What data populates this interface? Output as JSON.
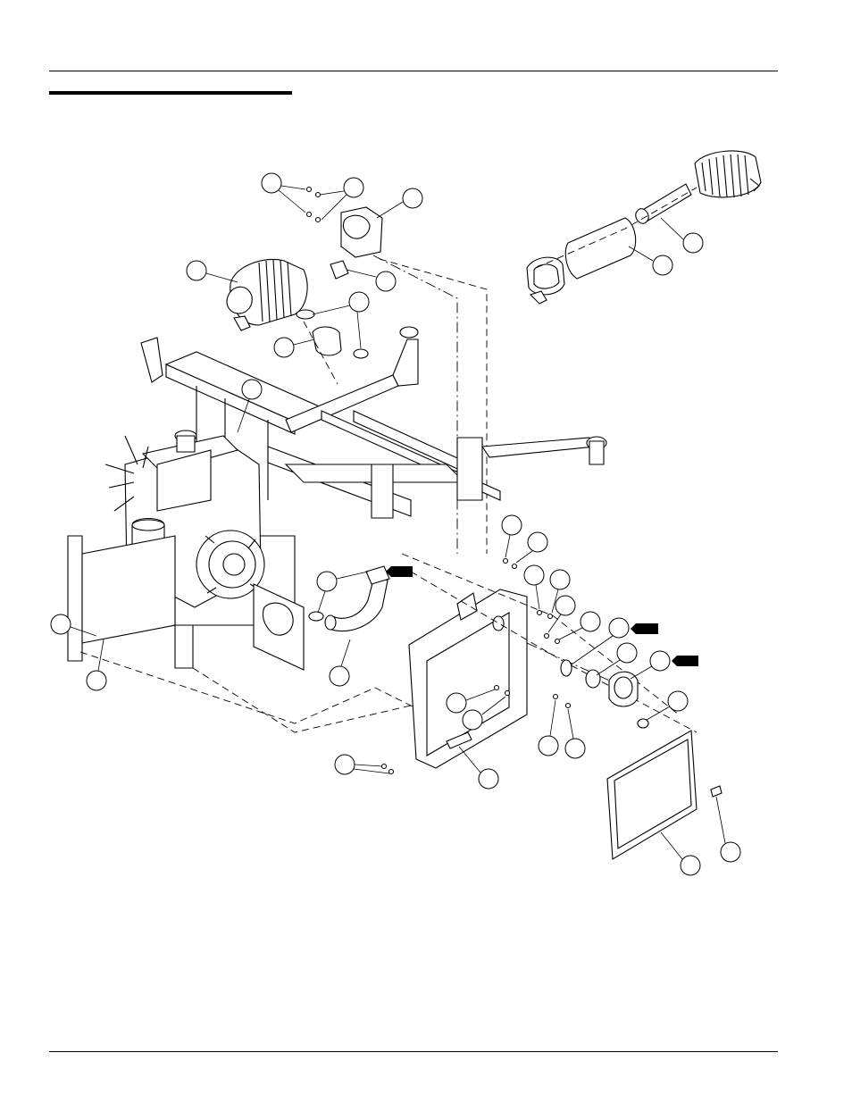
{
  "page": {
    "title": "",
    "footer": ""
  },
  "diagram": {
    "type": "exploded parts view",
    "callout_count": 36,
    "black_tag_count": 3,
    "callouts_labeled": false
  }
}
